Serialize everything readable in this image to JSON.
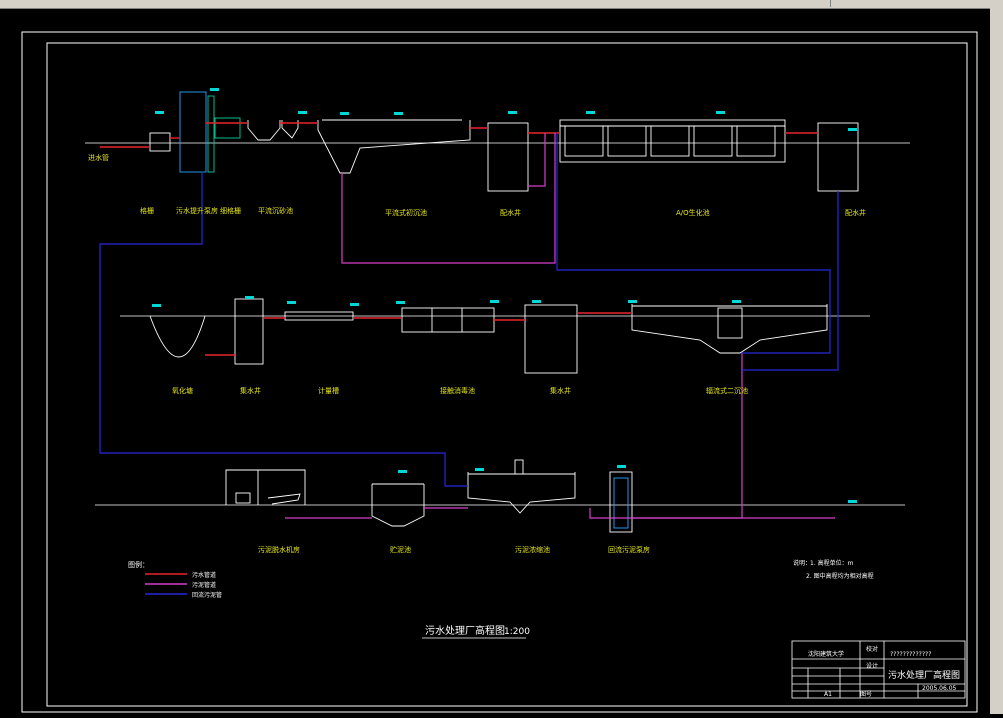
{
  "drawing": {
    "title": "污水处理厂高程图",
    "scale": "1:200",
    "date": "2005.06.05",
    "university": "沈阳建筑大学",
    "sheet_size": "A1",
    "notes_label": "说明：",
    "note_1": "1. 高程单位：m",
    "note_2": "2. 图中高程均为相对高程",
    "legend_title": "图例：",
    "legend": [
      {
        "label": "污水管道",
        "color": "#e8242a"
      },
      {
        "label": "污泥管道",
        "color": "#d640c8"
      },
      {
        "label": "回流污泥管",
        "color": "#2828d8"
      }
    ]
  },
  "units": {
    "row1": [
      {
        "id": "inlet",
        "label": "进水管"
      },
      {
        "id": "grille",
        "label": "格栅"
      },
      {
        "id": "lift",
        "label": "污水提升泵房"
      },
      {
        "id": "finegrille",
        "label": "细格栅"
      },
      {
        "id": "grit",
        "label": "平流沉砂池"
      },
      {
        "id": "primary",
        "label": "平流式初沉池"
      },
      {
        "id": "dist1",
        "label": "配水井"
      },
      {
        "id": "aeration",
        "label": "A/O生化池"
      },
      {
        "id": "dist2",
        "label": "配水井"
      }
    ],
    "row2": [
      {
        "id": "pond",
        "label": "氧化塘"
      },
      {
        "id": "dist3",
        "label": "集水井"
      },
      {
        "id": "meter",
        "label": "计量槽"
      },
      {
        "id": "contact",
        "label": "接触消毒池"
      },
      {
        "id": "dist4",
        "label": "集水井"
      },
      {
        "id": "secondary",
        "label": "辐流式二沉池"
      }
    ],
    "row3": [
      {
        "id": "dewater",
        "label": "污泥脱水机房"
      },
      {
        "id": "thickener",
        "label": "贮泥池"
      },
      {
        "id": "sludgethick",
        "label": "污泥浓缩池"
      },
      {
        "id": "sludgepump",
        "label": "回流污泥泵房"
      }
    ]
  },
  "title_block": {
    "project": "污水处理厂高程图",
    "designer_label": "设计",
    "checker_label": "校对",
    "drawing_no": "?????????????",
    "sheet_label": "图号",
    "date": "2005.06.05"
  },
  "colors": {
    "frame": "#ffffff",
    "structure": "#ffffff",
    "sewage": "#e8242a",
    "sludge": "#d640c8",
    "return": "#2828d8",
    "level_mark": "#00d8d8",
    "label": "#e8e818",
    "dim": "#00e000"
  }
}
